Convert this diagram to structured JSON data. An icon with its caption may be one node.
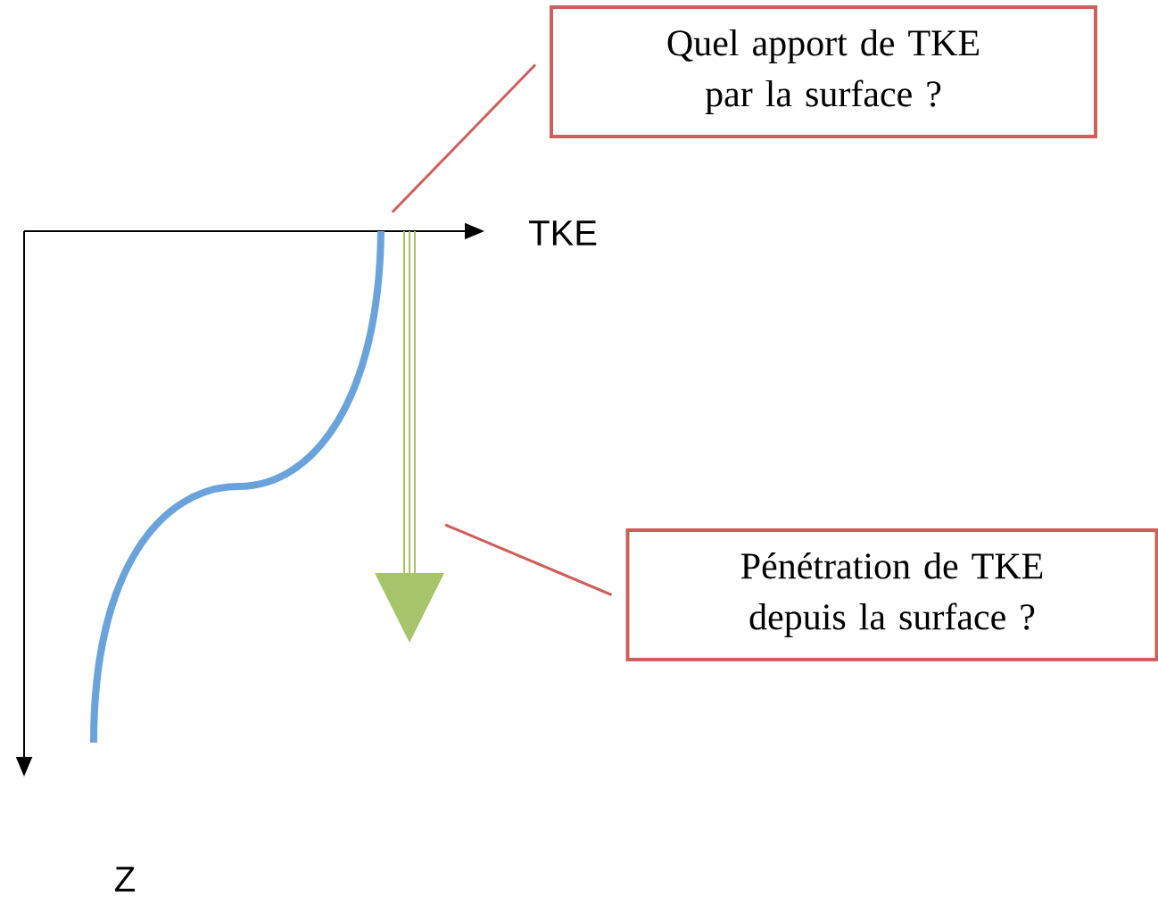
{
  "diagram": {
    "nodes": [
      {
        "text": [
          "Quel apport de TKE par la surface ?"
        ]
      },
      {
        "text": [
          "Pénétration de TKE depuis la surface ?"
        ]
      },
      {
        "text": [],
        "shape": "curve"
      },
      {
        "text": [],
        "shape": "arrow"
      }
    ],
    "edges": [
      {
        "from": 0,
        "to": 2,
        "arrow": "none"
      },
      {
        "from": 1,
        "to": 3,
        "arrow": "none"
      }
    ],
    "labels": [
      "TKE",
      "Z"
    ]
  }
}
